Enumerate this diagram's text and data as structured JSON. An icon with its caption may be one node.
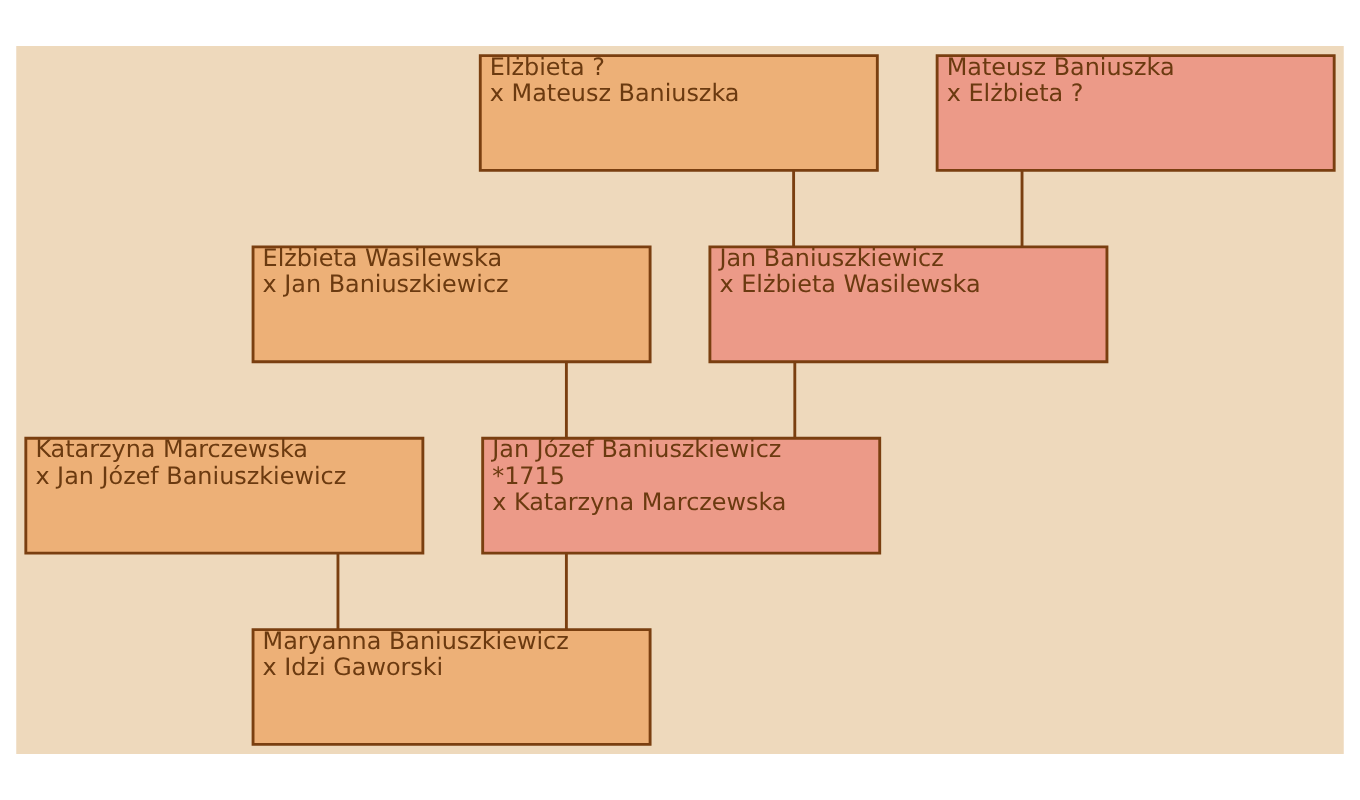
{
  "diagram": {
    "nodes": [
      {
        "text": [
          "Elżbieta ?",
          "x Mateusz Baniuszka"
        ]
      },
      {
        "text": [
          "Mateusz Baniuszka",
          "x Elżbieta ?"
        ]
      },
      {
        "text": [
          "Elżbieta Wasilewska",
          "x Jan Baniuszkiewicz"
        ]
      },
      {
        "text": [
          "Jan Baniuszkiewicz",
          "x Elżbieta Wasilewska"
        ]
      },
      {
        "text": [
          "Katarzyna Marczewska",
          "x Jan Józef Baniuszkiewicz"
        ]
      },
      {
        "text": [
          "Jan Józef Baniuszkiewicz",
          "*1715",
          "x Katarzyna Marczewska"
        ]
      },
      {
        "text": [
          "Maryanna Baniuszkiewicz",
          "x Idzi Gaworski"
        ]
      }
    ],
    "edges": [
      {
        "from": 0,
        "to": 3,
        "arrow": "none"
      },
      {
        "from": 1,
        "to": 3,
        "arrow": "none"
      },
      {
        "from": 2,
        "to": 5,
        "arrow": "none"
      },
      {
        "from": 3,
        "to": 5,
        "arrow": "none"
      },
      {
        "from": 4,
        "to": 6,
        "arrow": "none"
      },
      {
        "from": 5,
        "to": 6,
        "arrow": "none"
      }
    ]
  }
}
